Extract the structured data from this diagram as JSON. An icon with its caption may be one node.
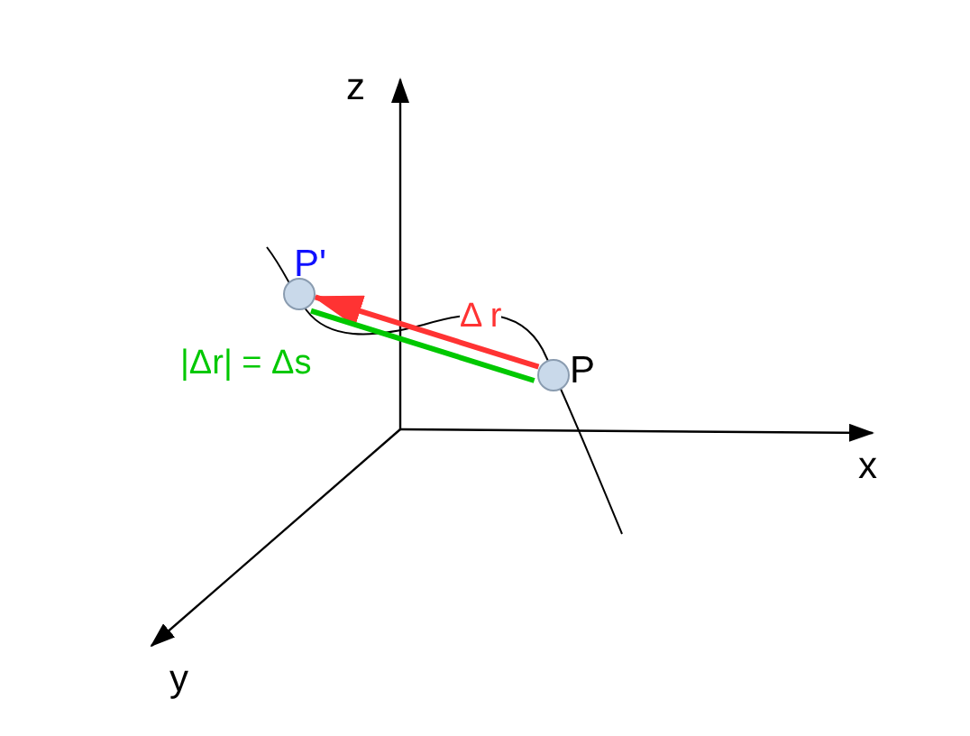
{
  "diagram": {
    "nodes": [
      {
        "text": [
          "P'"
        ]
      },
      {
        "text": [
          "P"
        ]
      }
    ],
    "edges": [
      {
        "from": 1,
        "to": 0,
        "arrow": "to",
        "label": "Δ r",
        "color": "#ff3333"
      },
      {
        "from": 0,
        "to": 1,
        "arrow": "none",
        "label": "|Δr| = Δs",
        "color": "#00c800"
      }
    ],
    "labels": [
      "z",
      "x",
      "y"
    ]
  }
}
